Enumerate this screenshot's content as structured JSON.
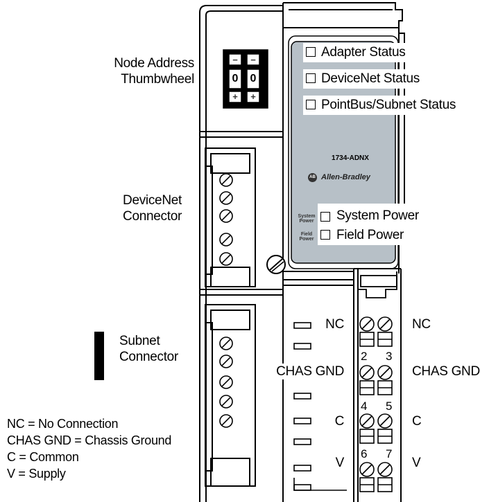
{
  "labels": {
    "node_address": [
      "Node Address",
      "Thumbwheel"
    ],
    "devicenet_connector": [
      "DeviceNet",
      "Connector"
    ],
    "subnet_connector": [
      "Subnet",
      "Connector"
    ],
    "adapter_status": "Adapter Status",
    "devicenet_status": "DeviceNet Status",
    "pointbus_status": "PointBus/Subnet Status",
    "system_power": "System Power",
    "field_power": "Field Power",
    "model": "1734-ADNX",
    "brand": "Allen-Bradley",
    "brand_mark": "AB",
    "system_power_small": [
      "System",
      "Power"
    ],
    "field_power_small": [
      "Field",
      "Power"
    ]
  },
  "thumbwheel": {
    "minus": "−",
    "digit_left": "0",
    "digit_right": "0",
    "plus": "+"
  },
  "terminals": {
    "left": [
      "NC",
      "CHAS GND",
      "C",
      "V"
    ],
    "right": [
      "NC",
      "CHAS GND",
      "C",
      "V"
    ],
    "numbers": [
      "2",
      "3",
      "4",
      "5",
      "6",
      "7"
    ]
  },
  "legend": [
    "NC = No Connection",
    "CHAS GND = Chassis Ground",
    "C = Common",
    "V = Supply"
  ]
}
